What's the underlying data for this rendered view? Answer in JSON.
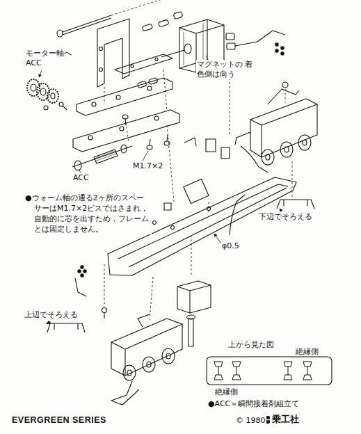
{
  "diagram": {
    "nodes": [
      {
        "text": [
          "上から見た図"
        ]
      }
    ],
    "labels": [
      "モーター軸へ ACC",
      "マグネットの 着色側は向う",
      "M1.7×2",
      "ACC",
      "●ウォーム軸の通る2ヶ所のスペーサーはM1.7×2ビスではさまれ，自動的に芯を出すため，フレームとは固定しません。",
      "下辺でそろえる",
      "φ0.5",
      "上辺でそろえる",
      "絶縁側",
      "絶縁側",
      "●ACC＝瞬間接着剤組立て",
      "EVERGREEN SERIES",
      "© 1980",
      "乗工社"
    ]
  }
}
